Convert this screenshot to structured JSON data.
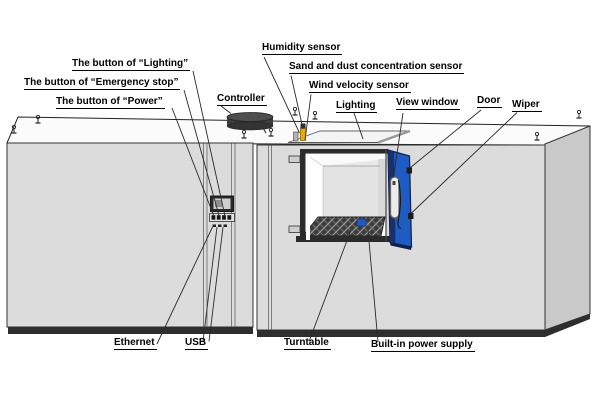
{
  "diagram": {
    "labels": {
      "btn_lighting": "The button of “Lighting”",
      "btn_emergency": "The button of “Emergency stop”",
      "btn_power": "The button of “Power”",
      "controller": "Controller",
      "humidity": "Humidity sensor",
      "sand": "Sand and dust concentration sensor",
      "wind": "Wind velocity sensor",
      "lighting": "Lighting",
      "view_window": "View window",
      "door": "Door",
      "wiper": "Wiper",
      "ethernet": "Ethernet",
      "usb": "USB",
      "turntable": "Turntable",
      "power_supply": "Built-in power supply"
    },
    "colors": {
      "door_blue": "#1e5cc4",
      "door_navy": "#18306e",
      "cabinet_grey": "#dcdcdc",
      "cabinet_side_grey": "#c9c9c9",
      "base_dark": "#2e2e2e",
      "sensor_yellow": "#eda900",
      "turntable_dark": "#3d3d3d"
    }
  }
}
